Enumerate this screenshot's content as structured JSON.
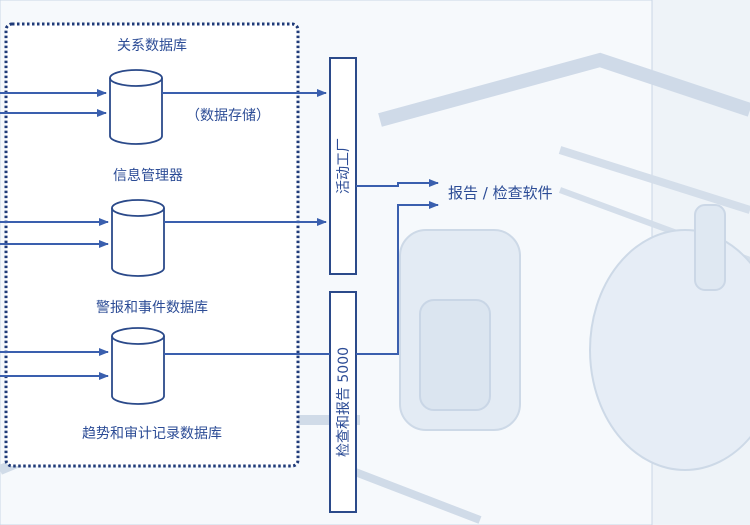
{
  "container_title": "关系数据库",
  "databases": [
    {
      "label": "信息管理器"
    },
    {
      "label": "警报和事件数据库"
    },
    {
      "label": "趋势和审计记录数据库"
    }
  ],
  "storage_note": "（数据存储）",
  "activity_factory_label": "活动工厂",
  "reporting_label": "检查和报告 5000",
  "output_label": "报告 / 检查软件",
  "colors": {
    "line": "#3a5fae",
    "text": "#2c4c96",
    "panel_bg": "#ffffff",
    "background": "#eef3f8"
  }
}
